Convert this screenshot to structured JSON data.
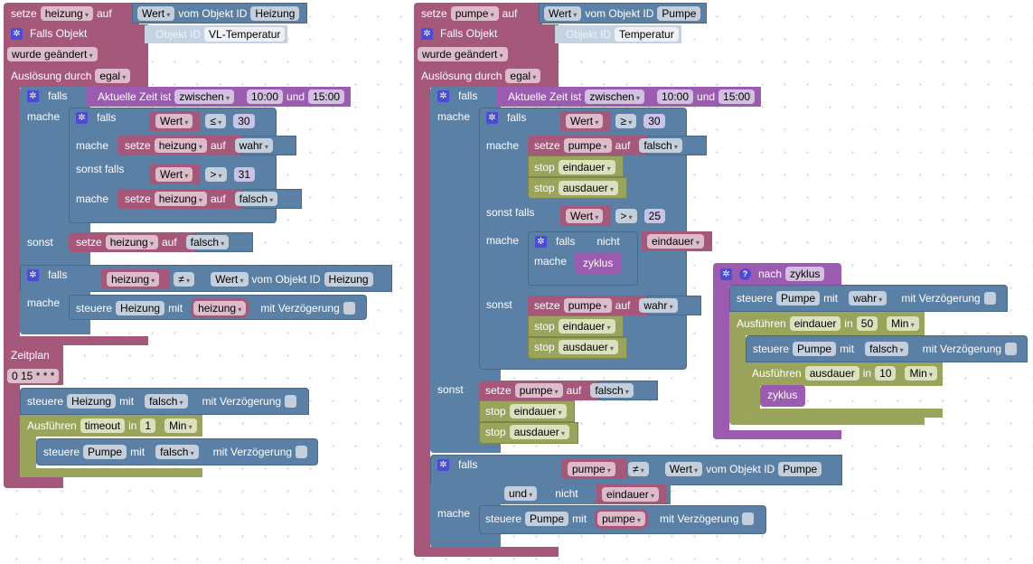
{
  "left_script": {
    "set_var": {
      "setze": "setze",
      "var": "heizung",
      "auf": "auf",
      "wert": "Wert",
      "vom": "vom Objekt ID",
      "obj": "Heizung"
    },
    "trigger": {
      "title": "Falls Objekt",
      "objlabel": "Objekt ID",
      "obj": "VL-Temperatur",
      "cond": "wurde geändert",
      "ausl": "Auslösung durch",
      "auslval": "egal"
    },
    "if_time": {
      "falls": "falls",
      "mache": "mache",
      "sonst": "sonst",
      "zeit": "Aktuelle Zeit ist",
      "mode": "zwischen",
      "from": "10:00",
      "und": "und",
      "to": "15:00"
    },
    "inner_if": {
      "falls": "falls",
      "mache": "mache",
      "sonst_falls": "sonst falls",
      "c1": {
        "var": "Wert",
        "op": "≤",
        "val": "30"
      },
      "set1": {
        "setze": "setze",
        "var": "heizung",
        "auf": "auf",
        "val": "wahr"
      },
      "c2": {
        "var": "Wert",
        "op": ">",
        "val": "31"
      },
      "set2": {
        "setze": "setze",
        "var": "heizung",
        "auf": "auf",
        "val": "falsch"
      }
    },
    "else_set": {
      "setze": "setze",
      "var": "heizung",
      "auf": "auf",
      "val": "falsch"
    },
    "if_neq": {
      "falls": "falls",
      "mache": "mache",
      "var": "heizung",
      "op": "≠",
      "wert": "Wert",
      "vom": "vom Objekt ID",
      "obj": "Heizung",
      "ctrl": {
        "steuere": "steuere",
        "obj": "Heizung",
        "mit": "mit",
        "val": "heizung",
        "delay": "mit Verzögerung"
      }
    },
    "schedule": {
      "title": "Zeitplan",
      "cron": "0 15 * * *",
      "ctrl1": {
        "steuere": "steuere",
        "obj": "Heizung",
        "mit": "mit",
        "val": "falsch",
        "delay": "mit Verzögerung"
      },
      "timeout": {
        "label": "Ausführen",
        "name": "timeout",
        "in": "in",
        "val": "1",
        "unit": "Min"
      },
      "ctrl2": {
        "steuere": "steuere",
        "obj": "Pumpe",
        "mit": "mit",
        "val": "falsch",
        "delay": "mit Verzögerung"
      }
    }
  },
  "right_script": {
    "set_var": {
      "setze": "setze",
      "var": "pumpe",
      "auf": "auf",
      "wert": "Wert",
      "vom": "vom Objekt ID",
      "obj": "Pumpe"
    },
    "trigger": {
      "title": "Falls Objekt",
      "objlabel": "Objekt ID",
      "obj": "Temperatur",
      "cond": "wurde geändert",
      "ausl": "Auslösung durch",
      "auslval": "egal"
    },
    "if_time": {
      "falls": "falls",
      "mache": "mache",
      "sonst": "sonst",
      "zeit": "Aktuelle Zeit ist",
      "mode": "zwischen",
      "from": "10:00",
      "und": "und",
      "to": "15:00"
    },
    "inner_if": {
      "falls": "falls",
      "mache": "mache",
      "sonst_falls": "sonst falls",
      "sonst": "sonst",
      "c1": {
        "var": "Wert",
        "op": "≥",
        "val": "30"
      },
      "set1": {
        "setze": "setze",
        "var": "pumpe",
        "auf": "auf",
        "val": "falsch"
      },
      "stop1a": {
        "stop": "stop",
        "name": "eindauer"
      },
      "stop1b": {
        "stop": "stop",
        "name": "ausdauer"
      },
      "c2": {
        "var": "Wert",
        "op": ">",
        "val": "25"
      },
      "nested": {
        "falls": "falls",
        "mache": "mache",
        "nicht": "nicht",
        "var": "eindauer",
        "call": "zyklus"
      },
      "set3": {
        "setze": "setze",
        "var": "pumpe",
        "auf": "auf",
        "val": "wahr"
      },
      "stop3a": {
        "stop": "stop",
        "name": "eindauer"
      },
      "stop3b": {
        "stop": "stop",
        "name": "ausdauer"
      }
    },
    "else_set": {
      "setze": "setze",
      "var": "pumpe",
      "auf": "auf",
      "val": "falsch",
      "stopa": {
        "stop": "stop",
        "name": "eindauer"
      },
      "stopb": {
        "stop": "stop",
        "name": "ausdauer"
      }
    },
    "if_neq": {
      "falls": "falls",
      "mache": "mache",
      "var": "pumpe",
      "op": "≠",
      "wert": "Wert",
      "vom": "vom Objekt ID",
      "obj": "Pumpe",
      "und": "und",
      "nicht": "nicht",
      "var2": "eindauer",
      "ctrl": {
        "steuere": "steuere",
        "obj": "Pumpe",
        "mit": "mit",
        "val": "pumpe",
        "delay": "mit Verzögerung"
      }
    }
  },
  "function_block": {
    "nach": "nach",
    "name": "zyklus",
    "ctrl1": {
      "steuere": "steuere",
      "obj": "Pumpe",
      "mit": "mit",
      "val": "wahr",
      "delay": "mit Verzögerung"
    },
    "t1": {
      "label": "Ausführen",
      "name": "eindauer",
      "in": "in",
      "val": "50",
      "unit": "Min"
    },
    "ctrl2": {
      "steuere": "steuere",
      "obj": "Pumpe",
      "mit": "mit",
      "val": "falsch",
      "delay": "mit Verzögerung"
    },
    "t2": {
      "label": "Ausführen",
      "name": "ausdauer",
      "in": "in",
      "val": "10",
      "unit": "Min"
    },
    "call": "zyklus"
  }
}
